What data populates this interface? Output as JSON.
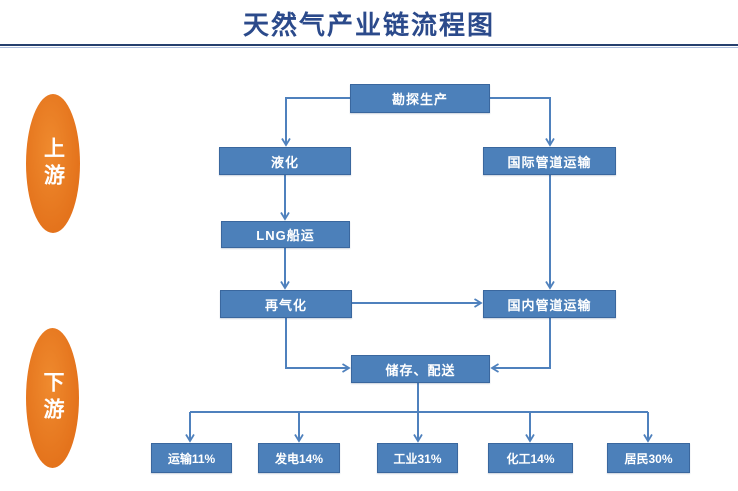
{
  "title": "天然气产业链流程图",
  "stage_labels": {
    "upstream": "上游",
    "downstream": "下游"
  },
  "nodes": {
    "exploration": "勘探生产",
    "liquefaction": "液化",
    "international_pipeline": "国际管道运输",
    "lng_shipping": "LNG船运",
    "regasification": "再气化",
    "domestic_pipeline": "国内管道运输",
    "storage_distribution": "储存、配送"
  },
  "end_uses": [
    {
      "label": "运输11%"
    },
    {
      "label": "发电14%"
    },
    {
      "label": "工业31%"
    },
    {
      "label": "化工14%"
    },
    {
      "label": "居民30%"
    }
  ],
  "colors": {
    "box_fill": "#4c80ba",
    "box_border": "#3a679e",
    "connector": "#4f81bd",
    "ellipse_fill": "#e4731c",
    "title_text": "#2b4a8b",
    "node_text": "#ffffff"
  }
}
